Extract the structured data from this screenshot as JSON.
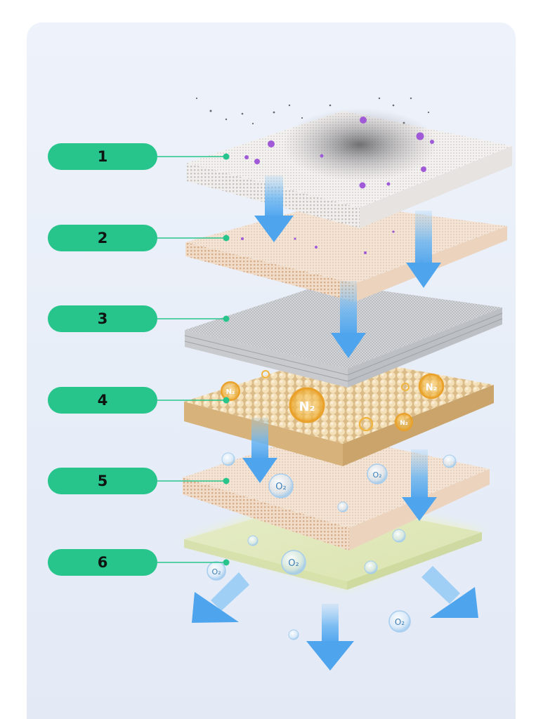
{
  "layers": [
    {
      "number": "1"
    },
    {
      "number": "2"
    },
    {
      "number": "3"
    },
    {
      "number": "4"
    },
    {
      "number": "5"
    },
    {
      "number": "6"
    }
  ],
  "molecules": {
    "nitrogen": "N₂",
    "oxygen": "O₂"
  },
  "colors": {
    "label_fill": "#27c58c",
    "connector": "#27c58c",
    "arrow": "#5aaef0",
    "dust_particle": "#a05ad8",
    "carbon_layer": "#e0c48a",
    "background": "#e8eef8"
  }
}
